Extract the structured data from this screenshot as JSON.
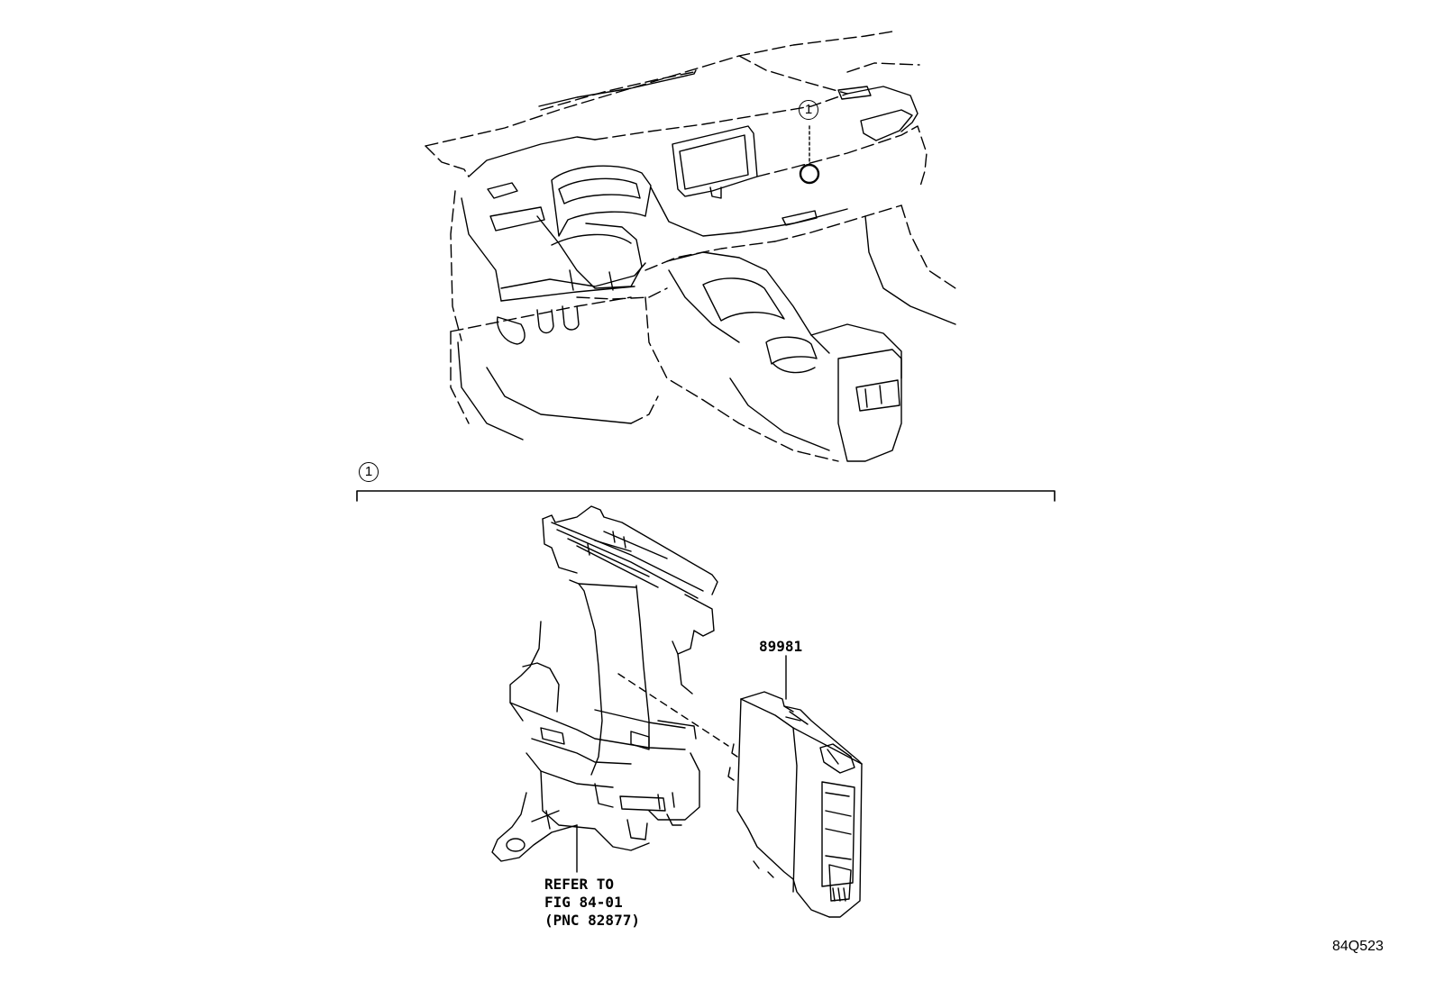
{
  "callouts": {
    "index_top": "1",
    "index_section": "1"
  },
  "parts": {
    "part_number": "89981",
    "refer_line1": "REFER TO",
    "refer_line2": "FIG 84-01",
    "refer_line3": "(PNC 82877)"
  },
  "figure_code": "84Q523",
  "colors": {
    "line": "#000000",
    "background": "#ffffff"
  }
}
